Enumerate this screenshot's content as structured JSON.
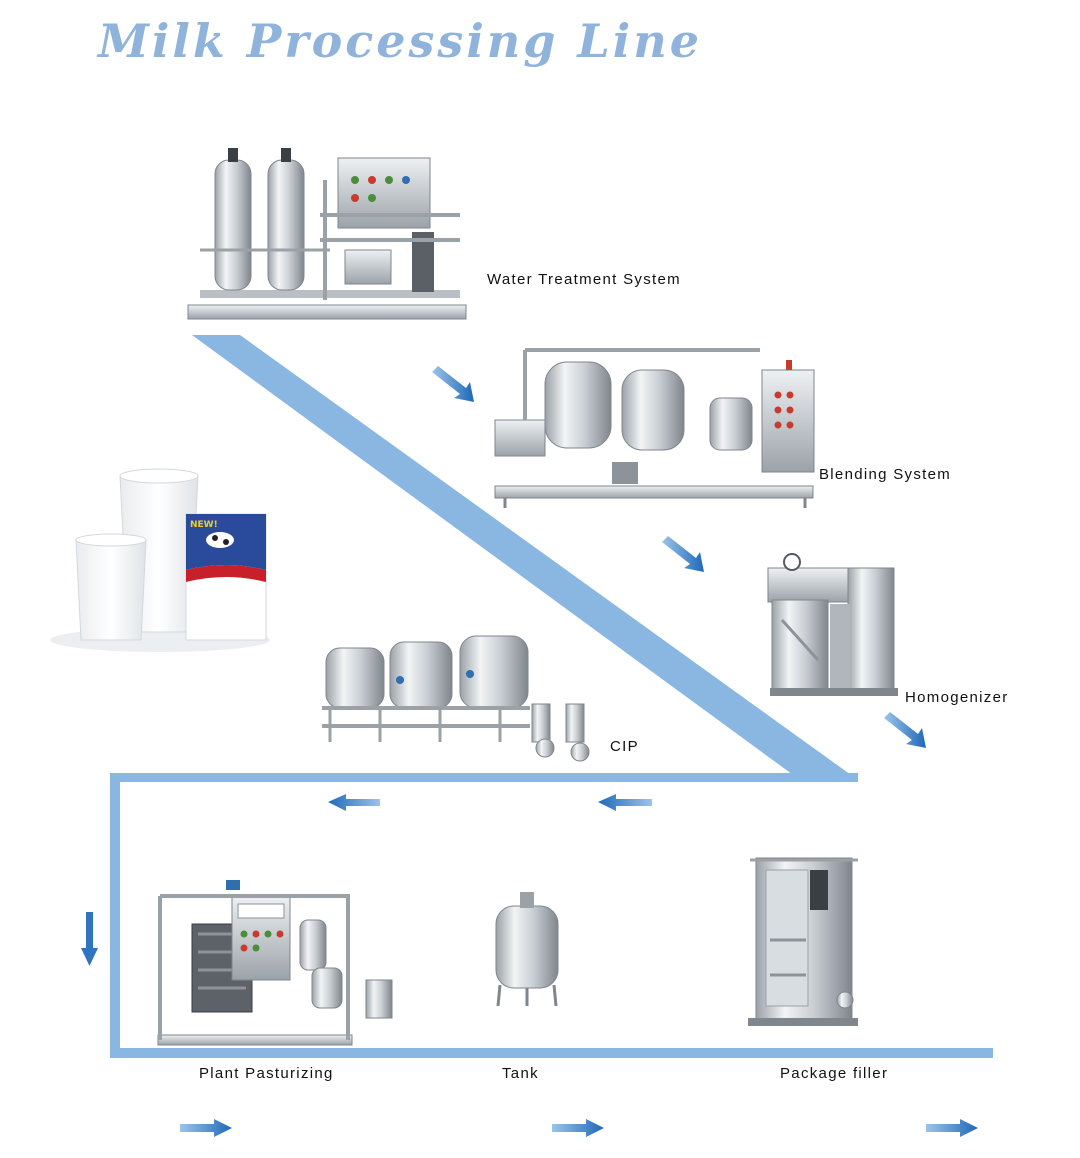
{
  "title": "Milk Processing Line",
  "stages": {
    "water_treatment": "Water Treatment System",
    "blending": "Blending System",
    "homogenizer": "Homogenizer",
    "cip": "CIP",
    "pasteurizing": "Plant Pasturizing",
    "tank": "Tank",
    "package_filler": "Package filler"
  },
  "colors": {
    "title": "#8fb3db",
    "flow_band": "#8ab7e2",
    "arrow": "#2f74c0",
    "steel_light": "#e6eaee",
    "steel_dark": "#8c9399"
  },
  "icons": [
    "water-treatment-machine",
    "blending-machine",
    "homogenizer-machine",
    "cip-tanks",
    "milk-glasses-and-carton",
    "pasteurizer-machine",
    "storage-tank",
    "package-filler-machine",
    "flow-arrow-icon"
  ]
}
